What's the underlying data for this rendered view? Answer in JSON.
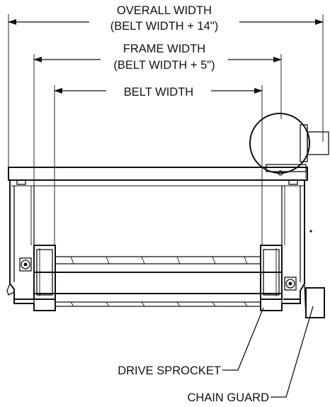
{
  "labels": {
    "overall_width_line1": "OVERALL WIDTH",
    "overall_width_line2": "(BELT WIDTH + 14\")",
    "frame_width_line1": "FRAME WIDTH",
    "frame_width_line2": "(BELT WIDTH + 5\")",
    "belt_width": "BELT WIDTH",
    "drive_sprocket": "DRIVE SPROCKET",
    "chain_guard": "CHAIN GUARD"
  },
  "colors": {
    "line": "#111111",
    "background": "#ffffff"
  }
}
